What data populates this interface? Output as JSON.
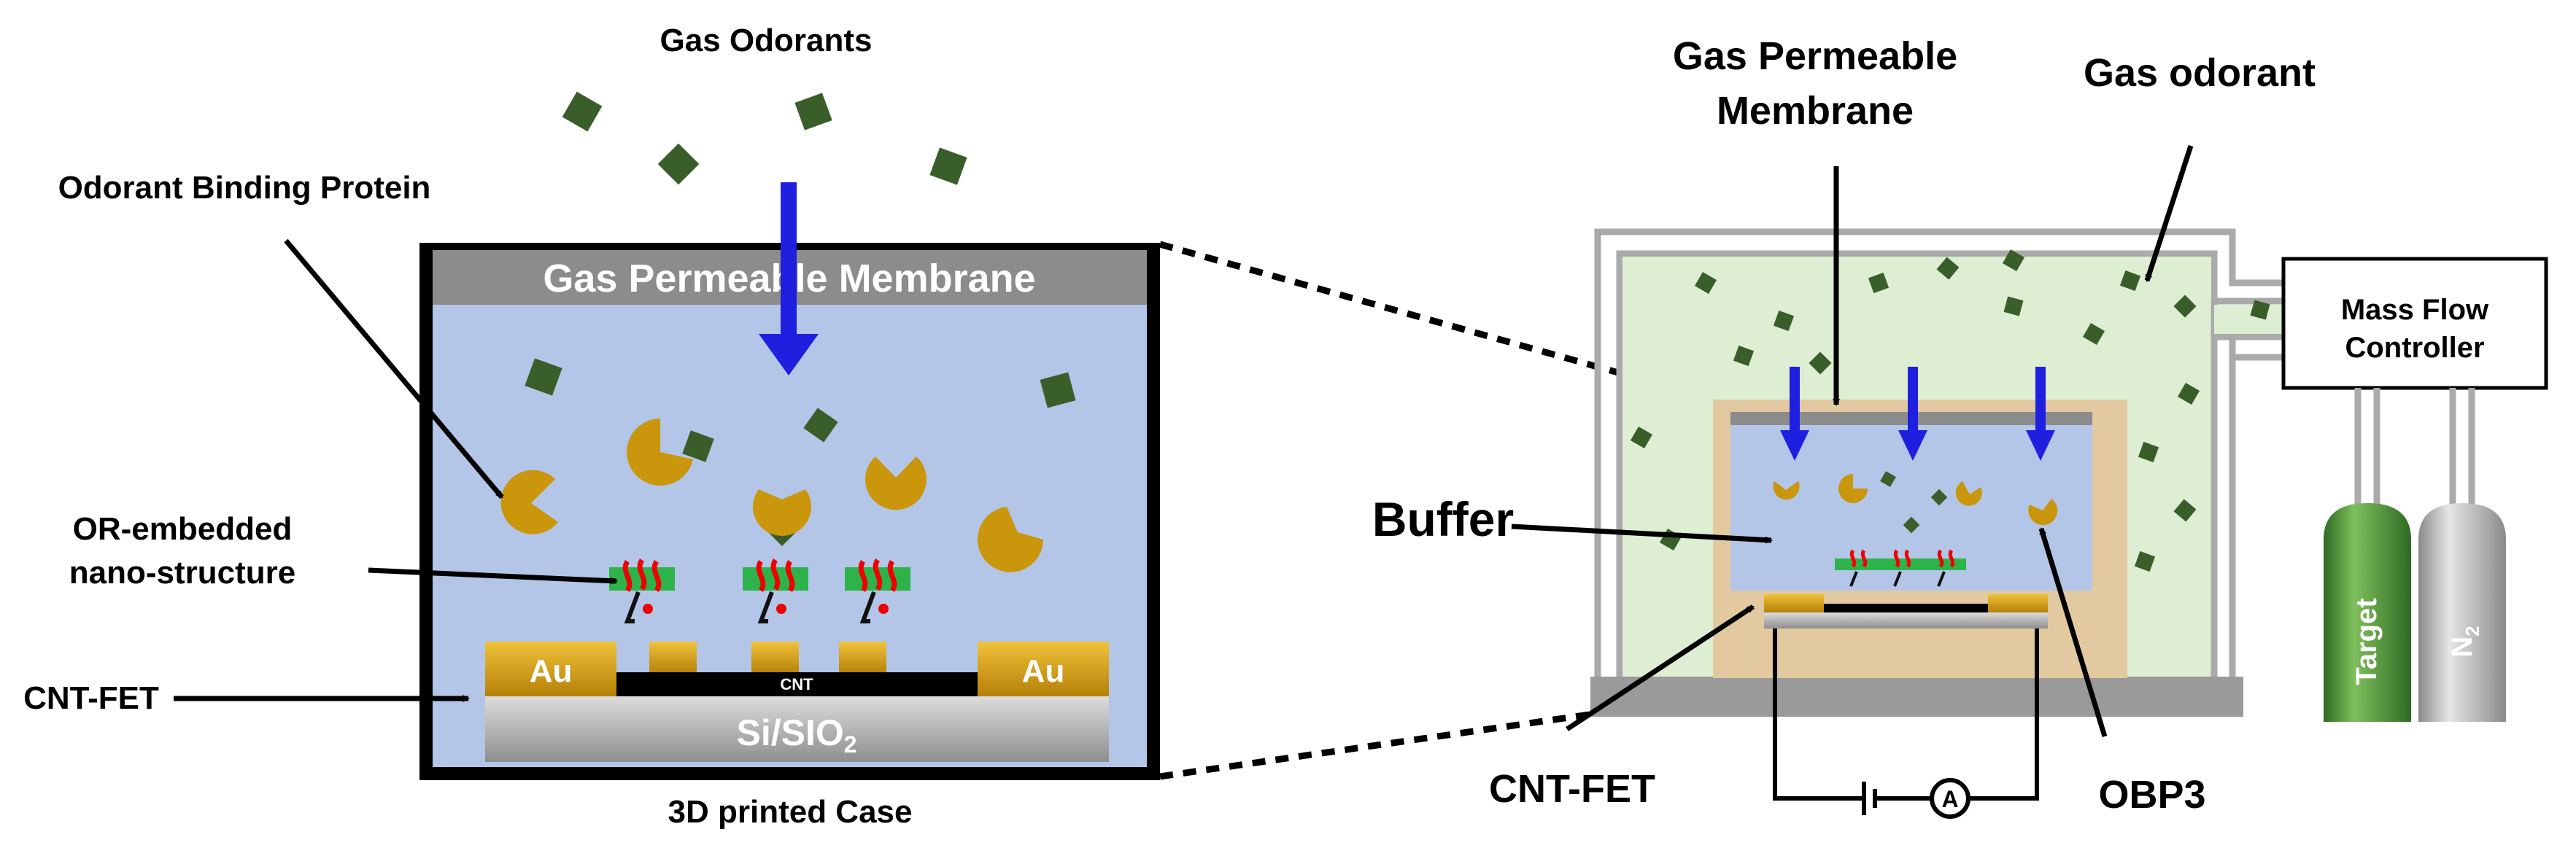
{
  "left_panel": {
    "gas_odorants_label": "Gas Odorants",
    "obp_label": "Odorant Binding Protein",
    "membrane_label": "Gas Permeable Membrane",
    "or_label_line1": "OR-embedded",
    "or_label_line2": "nano-structure",
    "cntfet_label": "CNT-FET",
    "au_label": "Au",
    "cnt_label": "CNT",
    "substrate_label": "Si/SIO",
    "substrate_subscript": "2",
    "case_label": "3D printed Case"
  },
  "right_panel": {
    "membrane_line1": "Gas Permeable",
    "membrane_line2": "Membrane",
    "gas_odorant_label": "Gas odorant",
    "mfc_line1": "Mass Flow",
    "mfc_line2": "Controller",
    "buffer_label": "Buffer",
    "cntfet_label": "CNT-FET",
    "obp3_label": "OBP3",
    "ammeter_symbol": "A",
    "target_label": "Target",
    "n2_label": "N",
    "n2_subscript": "2"
  },
  "colors": {
    "solution": "#b4c6e7",
    "membrane": "#8c8c8c",
    "odorant": "#3a5e2a",
    "protein": "#c9960c",
    "gold": "#d6a214",
    "arrow": "#1f1fe0",
    "chamber_gas": "#ddeed2",
    "case_tan": "#e3c9a0",
    "cylinder_green": "#4b8c3a",
    "cylinder_gray": "#bfbfbf"
  }
}
